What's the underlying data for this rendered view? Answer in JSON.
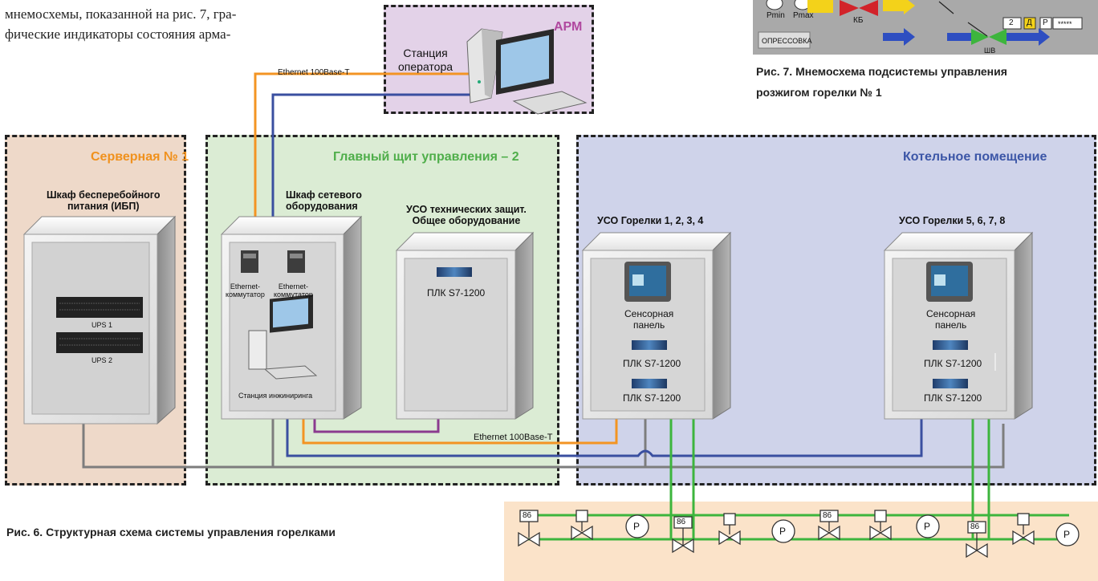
{
  "page_text": {
    "line1": "мнемосхемы, показанной на рис. 7, гра-",
    "line2": "фические индикаторы состояния арма-"
  },
  "figure7": {
    "caption_line1": "Рис. 7. Мнемосхема подсистемы управления",
    "caption_line2": "розжигом горелки № 1",
    "pmin": "Pmin",
    "pmax": "Pmax",
    "button": "ОПРЕССОВКА",
    "valve_kb": "КБ",
    "valve_shv": "ШВ",
    "field_num": "2",
    "field_d": "Д",
    "field_p": "Р",
    "field_stars": "*****"
  },
  "figure6": {
    "caption": "Рис. 6. Структурная схема системы управления горелками",
    "zones": {
      "arm": "АРМ",
      "server": "Серверная № 1",
      "main_panel": "Главный щит управления – 2",
      "boiler": "Котельное помещение"
    },
    "operator_station": {
      "line1": "Станция",
      "line2": "оператора"
    },
    "ethernet_top": "Ethernet 100Base-T",
    "ethernet_bottom": "Ethernet 100Base-T",
    "ups_cabinet": {
      "line1": "Шкаф бесперебойного",
      "line2": "питания  (ИБП)",
      "ups1": "UPS 1",
      "ups2": "UPS 2"
    },
    "network_cabinet": {
      "line1": "Шкаф сетевого",
      "line2": "оборудования",
      "switch1_l1": "Ethernet-",
      "switch1_l2": "коммутатор",
      "switch2_l1": "Ethernet-",
      "switch2_l2": "коммутатор",
      "eng_station": "Станция инжиниринга"
    },
    "uso_common": {
      "line1": "УСО технических защит.",
      "line2": "Общее оборудование",
      "plc": "ПЛК S7-1200"
    },
    "uso_burners_a": {
      "title": "УСО Горелки 1, 2, 3, 4",
      "panel_l1": "Сенсорная",
      "panel_l2": "панель",
      "plc1": "ПЛК S7-1200",
      "plc2": "ПЛК S7-1200"
    },
    "uso_burners_b": {
      "title": "УСО Горелки 5, 6, 7, 8",
      "panel_l1": "Сенсорная",
      "panel_l2": "панель",
      "plc1": "ПЛК S7-1200",
      "plc2": "ПЛК S7-1200"
    },
    "field_devices": [
      "86",
      "",
      "P",
      "86",
      "",
      "P",
      "86",
      "",
      "P",
      "86",
      "",
      "P"
    ]
  },
  "colors": {
    "orange_line": "#f39423",
    "blue_line": "#3a4fa0",
    "gray_line": "#7d7d7d",
    "purple_line": "#8b3b8f",
    "green_line": "#3db53d",
    "arm_bg": "#e3d2e8",
    "server_bg": "#eed9c9",
    "main_bg": "#dbecd4",
    "boiler_bg": "#cfd3ea",
    "field_bg": "#fbe3c9"
  }
}
